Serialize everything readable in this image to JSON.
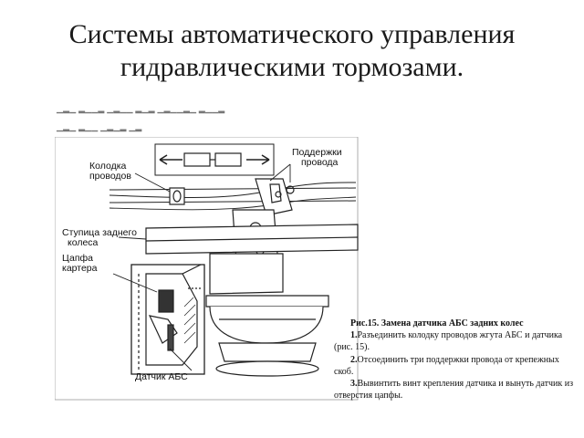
{
  "slide": {
    "title_line1": "Системы автоматического управления",
    "title_line2": "гидравлическими тормозами."
  },
  "figure": {
    "labels": {
      "harness_connector_1": "Колодка",
      "harness_connector_2": "проводов",
      "wire_supports_1": "Поддержки",
      "wire_supports_2": "провода",
      "rear_hub_1": "Ступица заднего",
      "rear_hub_2": "колеса",
      "axle_flange_1": "Цапфа",
      "axle_flange_2": "картера",
      "abs_sensor": "Датчик АБС"
    }
  },
  "caption": {
    "title": "Рис.15. Замена датчика АБС задних колес",
    "steps": [
      {
        "num": "1.",
        "text": "Разъединить колодку проводов жгута АБС и датчика (рис. 15)."
      },
      {
        "num": "2.",
        "text": "Отсоединить три поддержки провода от крепежных скоб."
      },
      {
        "num": "3.",
        "text": "Вывинтить винт крепления датчика и вынуть датчик из отверстия цапфы."
      }
    ]
  }
}
